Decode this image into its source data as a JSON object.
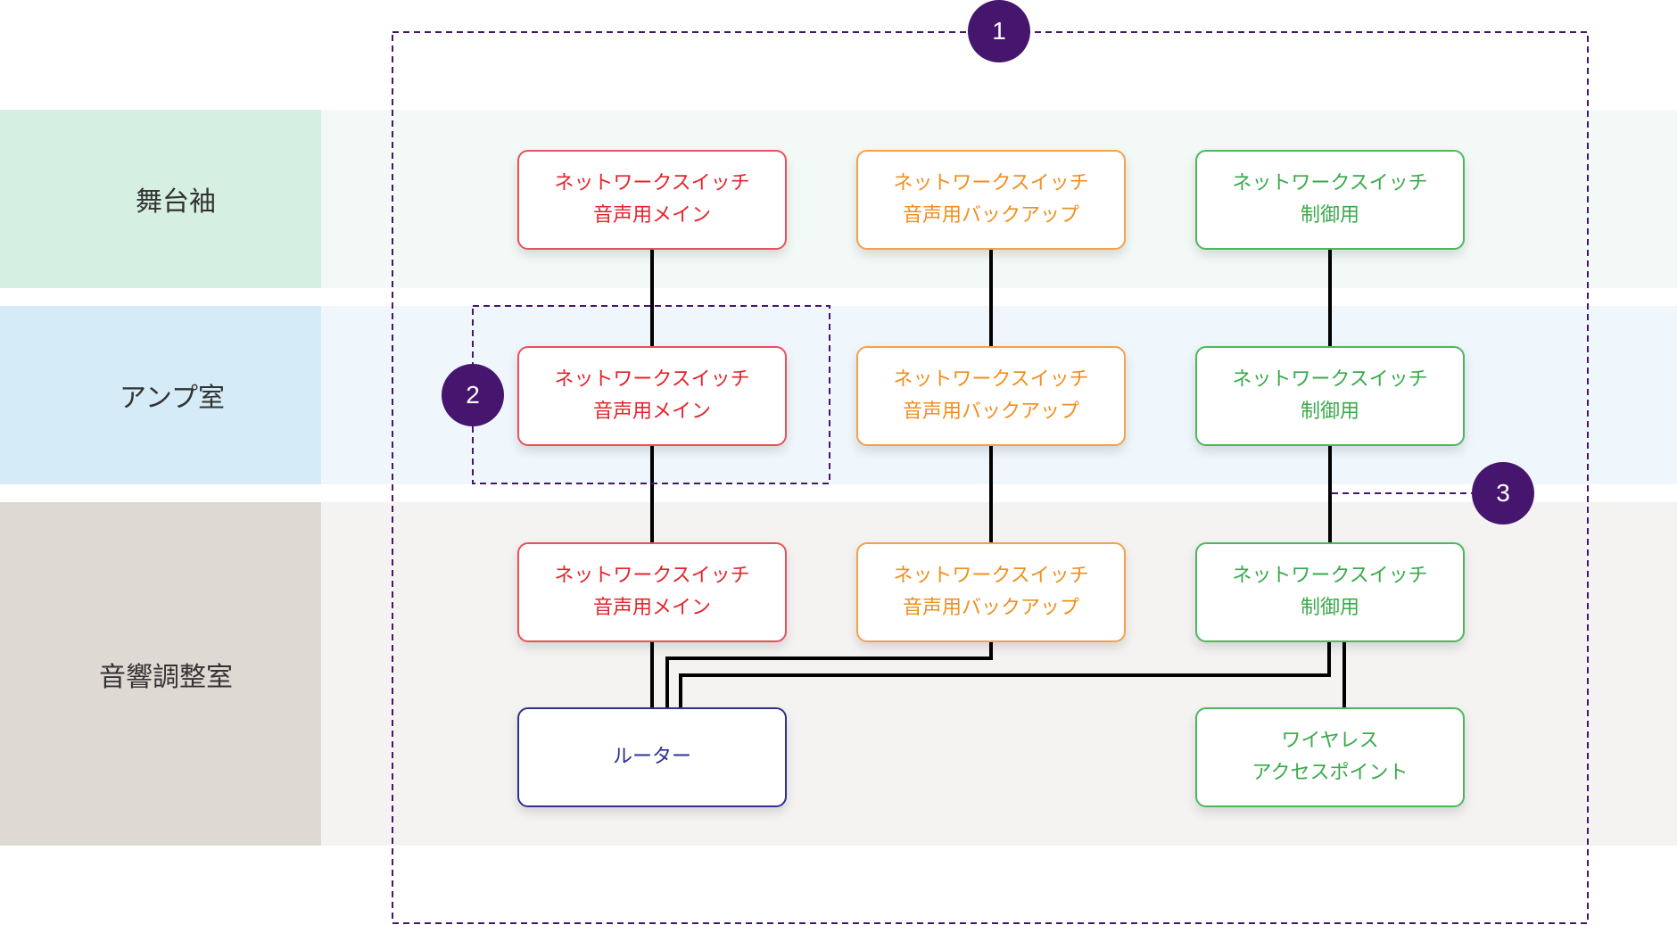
{
  "zones": [
    {
      "label": "舞台袖"
    },
    {
      "label": "アンプ室"
    },
    {
      "label": "音響調整室"
    }
  ],
  "colors": {
    "audio_main": "#e3242b",
    "audio_backup": "#ef8f1f",
    "control": "#3aaa4a",
    "router": "#2e3192",
    "callout": "#46166f",
    "wire": "#000000"
  },
  "nodes": {
    "stage_main": {
      "line1": "ネットワークスイッチ",
      "line2": "音声用メイン"
    },
    "stage_backup": {
      "line1": "ネットワークスイッチ",
      "line2": "音声用バックアップ"
    },
    "stage_control": {
      "line1": "ネットワークスイッチ",
      "line2": "制御用"
    },
    "amp_main": {
      "line1": "ネットワークスイッチ",
      "line2": "音声用メイン"
    },
    "amp_backup": {
      "line1": "ネットワークスイッチ",
      "line2": "音声用バックアップ"
    },
    "amp_control": {
      "line1": "ネットワークスイッチ",
      "line2": "制御用"
    },
    "booth_main": {
      "line1": "ネットワークスイッチ",
      "line2": "音声用メイン"
    },
    "booth_backup": {
      "line1": "ネットワークスイッチ",
      "line2": "音声用バックアップ"
    },
    "booth_control": {
      "line1": "ネットワークスイッチ",
      "line2": "制御用"
    },
    "router": {
      "line1": "ルーター"
    },
    "wireless_ap": {
      "line1": "ワイヤレス",
      "line2": "アクセスポイント"
    }
  },
  "callouts": [
    {
      "number": "1",
      "target": "entire network"
    },
    {
      "number": "2",
      "target": "amp room audio main switch"
    },
    {
      "number": "3",
      "target": "control cable between amp room and booth"
    }
  ]
}
